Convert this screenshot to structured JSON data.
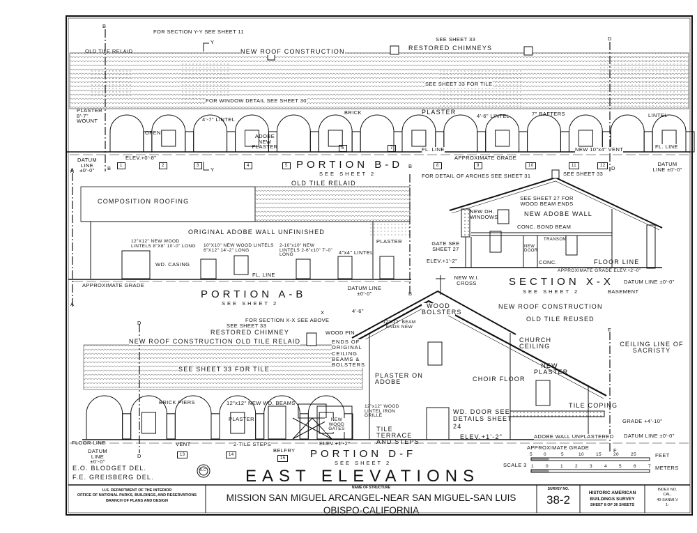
{
  "portion_bd": {
    "title": "PORTION B-D",
    "see": "SEE SHEET 2",
    "labels": [
      "FOR SECTION Y-Y SEE SHEET 11",
      "SEE SHEET 33",
      "RESTORED CHIMNEYS",
      "OLD TILE RELAID",
      "NEW ROOF CONSTRUCTION",
      "SEE SHEET 33 FOR TILE",
      "FOR WINDOW DETAIL SEE SHEET 30",
      "PLASTER 8'-7\" WOUNT",
      "OPEN",
      "4'-7\" LINTEL",
      "ADOBE NEW PLASTER",
      "BRICK",
      "PLASTER",
      "4'-6\" LINTEL",
      "7\" RAFTERS",
      "LINTEL",
      "DATUM LINE ±0'-0\"",
      "ELEV.+0'-8\"",
      "FL. LINE",
      "APPROXIMATE GRADE",
      "NEW 10\"x4\" VENT",
      "FL. LINE",
      "DATUM LINE ±0'-0\"",
      "FOR DETAIL OF ARCHES SEE SHEET 31",
      "SEE SHEET 33"
    ],
    "markers": [
      "1",
      "2",
      "3",
      "4",
      "5",
      "6",
      "7",
      "8",
      "9",
      "10",
      "11",
      "12"
    ],
    "grid": [
      "B",
      "B",
      "D",
      "D",
      "A",
      "Y",
      "Y"
    ]
  },
  "portion_ab": {
    "title": "PORTION A-B",
    "see": "SEE SHEET 2",
    "labels": [
      "OLD TILE RELAID",
      "COMPOSITION ROOFING",
      "ORIGINAL ADOBE WALL UNFINISHED",
      "12\"X12\" NEW WOOD LINTELS 8\"X8\" 10'-0\" LONG",
      "10\"X10\" NEW WOOD LINTELS 6\"X12\" 14'-2\" LONG",
      "2-10\"x10\" NEW LINTELS 2-6\"x10\" 7'-0\" LONG",
      "4\"x4\" LINTEL",
      "PLASTER",
      "WD. CASING",
      "FL. LINE",
      "APPROXIMATE GRADE",
      "DATUM LINE ±0'-0\""
    ],
    "grid": [
      "A",
      "A",
      "B",
      "B"
    ]
  },
  "section_xx": {
    "title": "SECTION X-X",
    "see": "SEE SHEET 2",
    "labels": [
      "SEE SHEET 27 FOR WOOD BEAM ENDS",
      "NEW ADOBE WALL",
      "NEW DH. WINDOWS",
      "CONC. BOND BEAM",
      "TRANSOM",
      "NEW DOOR",
      "GATE SEE SHEET 27",
      "ELEV.+1'-2\"",
      "CONC.",
      "FLOOR LINE",
      "APPROXIMATE GRADE ELEV.+2'-0\"",
      "DATUM LINE ±0'-0\"",
      "BASEMENT",
      "NEW W.I. CROSS"
    ]
  },
  "portion_df": {
    "title": "PORTION D-F",
    "see": "SEE SHEET 2",
    "labels": [
      "FOR SECTION X-X SEE ABOVE",
      "SEE SHEET 33",
      "RESTORED CHIMNEY",
      "NEW ROOF CONSTRUCTION   OLD TILE RELAID",
      "SEE SHEET 33 FOR TILE",
      "WOOD PIN",
      "ENDS OF ORIGINAL CEILING BEAMS & BOLSTERS",
      "4'-6\"",
      "12\"x12\" BEAM ENDS NEW",
      "WOOD BOLSTERS",
      "NEW ROOF CONSTRUCTION",
      "OLD TILE REUSED",
      "CHURCH CEILING",
      "CEILING LINE OF SACRISTY",
      "PLASTER ON ADOBE",
      "CHOIR FLOOR",
      "NEW PLASTER",
      "BRICK PIERS",
      "12\"x12\" NEW WD. BEAMS",
      "PLASTER",
      "12\"x12\" WOOD LINTEL IRON GRILLE",
      "NEW WOOD GATES",
      "WD. DOOR SEE DETAILS SHEET 24",
      "TILE COPING",
      "GRADE +4'-10\"",
      "TILE TERRACE AND STEPS",
      "ELEV.+1'-2\"",
      "ADOBE WALL UNPLASTERED",
      "DATUM LINE ±0'-0\"",
      "FLOOR LINE",
      "DATUM LINE ±0'-0\"",
      "VENT",
      "2-TILE STEPS",
      "ELEV.+1'-2\"",
      "BELFRY",
      "APPROXIMATE GRADE"
    ],
    "markers": [
      "13",
      "14",
      "15"
    ],
    "grid": [
      "D",
      "D",
      "F",
      "F",
      "X"
    ]
  },
  "sheet_title": "EAST ELEVATIONS",
  "delineators": [
    "E.O. BLODGET  DEL.",
    "F.E. GREISBERG  DEL."
  ],
  "scale": {
    "label": "SCALE 3",
    "feet_ticks": [
      "5",
      "0",
      "5",
      "10",
      "15",
      "20",
      "25"
    ],
    "feet_unit": "FEET",
    "meter_ticks": [
      "1",
      "0",
      "1",
      "2",
      "3",
      "4",
      "5",
      "6",
      "7"
    ],
    "meter_unit": "METERS"
  },
  "title_block": {
    "agency": [
      "U.S. DEPARTMENT OF THE INTERIOR",
      "OFFICE OF NATIONAL PARKS, BUILDINGS, AND RESERVATIONS",
      "BRANCH OF PLANS AND DESIGN"
    ],
    "name_label": "NAME OF STRUCTURE",
    "name": "MISSION SAN MIGUEL ARCANGEL-NEAR SAN MIGUEL-SAN LUIS OBISPO-CALIFORNIA",
    "survey_label": "SURVEY NO.",
    "survey_no": "38-2",
    "habs": [
      "HISTORIC AMERICAN",
      "BUILDINGS SURVEY"
    ],
    "sheet": "SHEET 8 OF 36 SHEETS",
    "index_label": "INDEX NO.",
    "index": [
      "CAL.",
      "40-SANMI.V",
      "1-"
    ],
    "seal_text": "ILC"
  },
  "colors": {
    "ink": "#111111",
    "paper": "#ffffff"
  }
}
